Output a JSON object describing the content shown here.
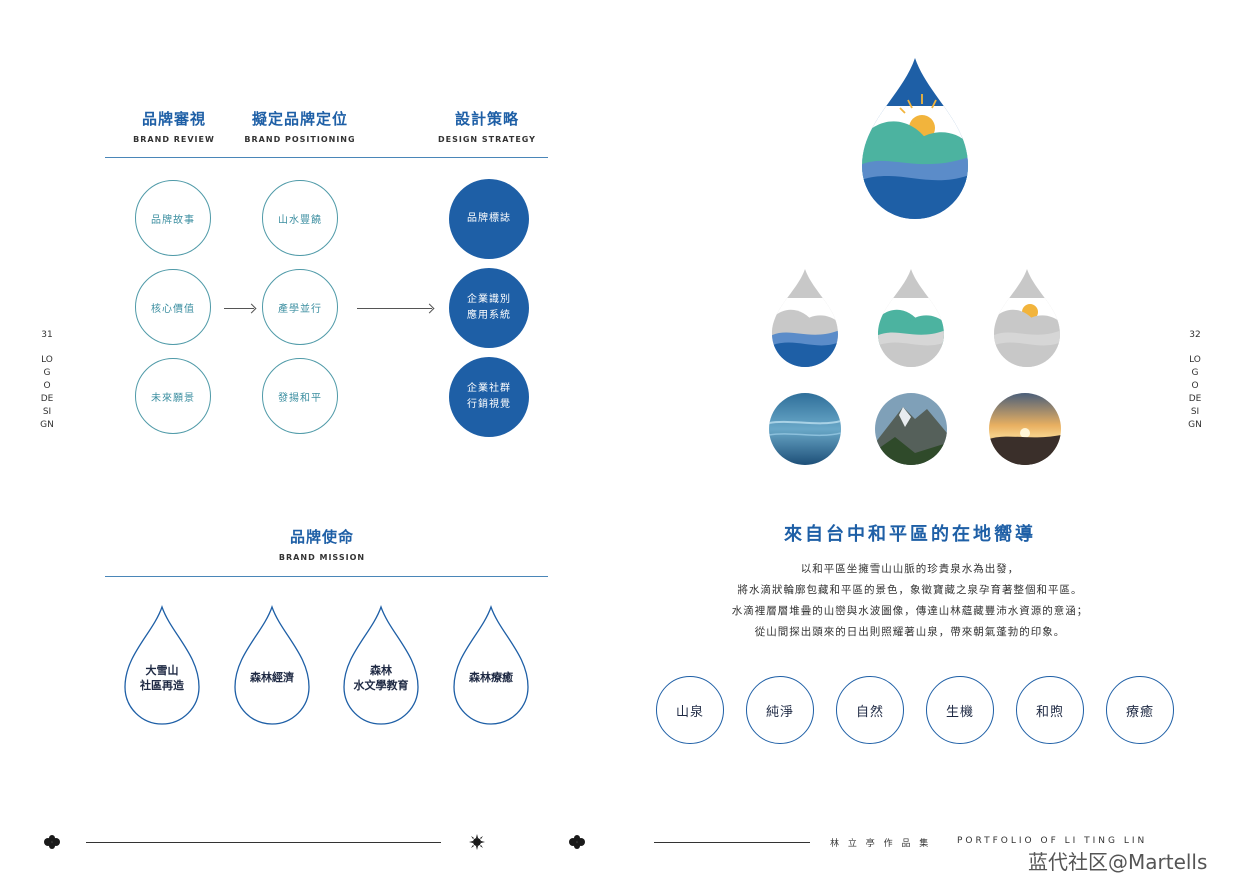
{
  "left_page": {
    "page_number": "31",
    "side_label": "LOGO DESIGN",
    "headers": [
      {
        "title": "品牌審視",
        "subtitle": "BRAND REVIEW"
      },
      {
        "title": "擬定品牌定位",
        "subtitle": "BRAND POSITIONING"
      },
      {
        "title": "設計策略",
        "subtitle": "DESIGN STRATEGY"
      }
    ],
    "review_items": [
      "品牌故事",
      "核心價值",
      "未來願景"
    ],
    "positioning_items": [
      "山水豐饒",
      "產學並行",
      "發揚和平"
    ],
    "strategy_items": [
      "品牌標誌",
      "企業識別\n應用系統",
      "企業社群\n行銷視覺"
    ],
    "mission": {
      "title": "品牌使命",
      "subtitle": "BRAND MISSION",
      "items": [
        "大雪山\n社區再造",
        "森林經濟",
        "森林\n水文學教育",
        "森林療癒"
      ]
    }
  },
  "right_page": {
    "page_number": "32",
    "side_label": "LOGO DESIGN",
    "heading": "來自台中和平區的在地嚮導",
    "body_lines": [
      "以和平區坐擁雪山山脈的珍貴泉水為出發，",
      "將水滴狀輪廓包藏和平區的景色，象徵寶藏之泉孕育著整個和平區。",
      "水滴裡層層堆疊的山巒與水波圖像，傳達山林蘊藏豐沛水資源的意涵；",
      "從山間探出頭來的日出則照耀著山泉，帶來朝氣蓬勃的印象。"
    ],
    "keywords": [
      "山泉",
      "純淨",
      "自然",
      "生機",
      "和煦",
      "療癒"
    ],
    "photos": [
      "water-photo",
      "mountain-photo",
      "sunrise-photo"
    ]
  },
  "footer": {
    "author": "林 立 亭 作 品 集",
    "portfolio": "PORTFOLIO OF   LI TING LIN"
  },
  "watermark": "蓝代社区@Martells",
  "colors": {
    "brand_blue": "#1e5fa6",
    "teal": "#4cb3a0",
    "sun": "#f2b43c",
    "grey": "#c8c8c8"
  }
}
